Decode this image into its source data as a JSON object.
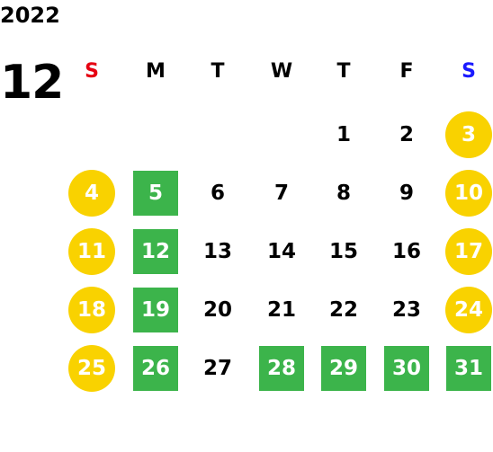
{
  "calendar": {
    "year": "2022",
    "month": "12",
    "weekdays": [
      {
        "label": "S",
        "color": "#e60012"
      },
      {
        "label": "M",
        "color": "#000000"
      },
      {
        "label": "T",
        "color": "#000000"
      },
      {
        "label": "W",
        "color": "#000000"
      },
      {
        "label": "T",
        "color": "#000000"
      },
      {
        "label": "F",
        "color": "#000000"
      },
      {
        "label": "S",
        "color": "#1a1aff"
      }
    ],
    "colors": {
      "weekend_circle": "#f9d200",
      "closed_square": "#3cb44b",
      "highlight_text": "#ffffff",
      "default_text": "#000000"
    },
    "weeks": [
      [
        null,
        null,
        null,
        null,
        {
          "day": "1",
          "style": "plain"
        },
        {
          "day": "2",
          "style": "plain"
        },
        {
          "day": "3",
          "style": "weekend"
        }
      ],
      [
        {
          "day": "4",
          "style": "weekend"
        },
        {
          "day": "5",
          "style": "closed"
        },
        {
          "day": "6",
          "style": "plain"
        },
        {
          "day": "7",
          "style": "plain"
        },
        {
          "day": "8",
          "style": "plain"
        },
        {
          "day": "9",
          "style": "plain"
        },
        {
          "day": "10",
          "style": "weekend"
        }
      ],
      [
        {
          "day": "11",
          "style": "weekend"
        },
        {
          "day": "12",
          "style": "closed"
        },
        {
          "day": "13",
          "style": "plain"
        },
        {
          "day": "14",
          "style": "plain"
        },
        {
          "day": "15",
          "style": "plain"
        },
        {
          "day": "16",
          "style": "plain"
        },
        {
          "day": "17",
          "style": "weekend"
        }
      ],
      [
        {
          "day": "18",
          "style": "weekend"
        },
        {
          "day": "19",
          "style": "closed"
        },
        {
          "day": "20",
          "style": "plain"
        },
        {
          "day": "21",
          "style": "plain"
        },
        {
          "day": "22",
          "style": "plain"
        },
        {
          "day": "23",
          "style": "plain"
        },
        {
          "day": "24",
          "style": "weekend"
        }
      ],
      [
        {
          "day": "25",
          "style": "weekend"
        },
        {
          "day": "26",
          "style": "closed"
        },
        {
          "day": "27",
          "style": "plain"
        },
        {
          "day": "28",
          "style": "closed"
        },
        {
          "day": "29",
          "style": "closed"
        },
        {
          "day": "30",
          "style": "closed"
        },
        {
          "day": "31",
          "style": "closed"
        }
      ]
    ]
  }
}
